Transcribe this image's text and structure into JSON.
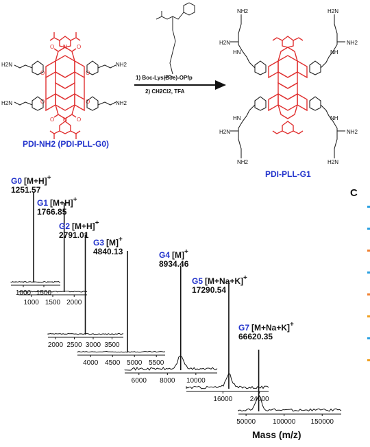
{
  "scheme": {
    "reagent_label": "1) Boc-Lys(Boc)-OPfp",
    "solvent_label": "2) CH2Cl2, TFA",
    "reactant_name": "PDI-NH2 (PDI-PLL-G0)",
    "product_name": "PDI-PLL-G1",
    "reactant_terminal": "NH2",
    "reactant_terminal_left": "H2N",
    "product_terminal": "NH2",
    "product_terminal_left": "H2N",
    "amide_nh": "NH",
    "amide_hn": "HN",
    "name_color": "#2233cc",
    "core_color": "#e03030"
  },
  "panel_c_label": "C",
  "panel_c_marker_colors": [
    "#2aa0e0",
    "#2aa0e0",
    "#f08030",
    "#2aa0e0",
    "#f08030",
    "#f0a020",
    "#2aa0e0",
    "#f0a020"
  ],
  "chart_data": {
    "type": "line",
    "xlabel": "Mass (m/z)",
    "series": [
      {
        "gen": "G0",
        "ion": "[M+H]",
        "charge": "+",
        "mass": "1251.57",
        "peak": 1251.57,
        "xlim": [
          700,
          1900
        ],
        "ticks": [
          "1000",
          "1500"
        ],
        "tick_values": [
          1000,
          1500
        ]
      },
      {
        "gen": "G1",
        "ion": "[M+H]",
        "charge": "+",
        "mass": "1766.85",
        "peak": 1766.85,
        "xlim": [
          700,
          2300
        ],
        "ticks": [
          "1000",
          "1500",
          "2000"
        ],
        "tick_values": [
          1000,
          1500,
          2000
        ]
      },
      {
        "gen": "G2",
        "ion": "[M+H]",
        "charge": "+",
        "mass": "2791.01",
        "peak": 2791.01,
        "xlim": [
          1800,
          3800
        ],
        "ticks": [
          "2000",
          "2500",
          "3000",
          "3500"
        ],
        "tick_values": [
          2000,
          2500,
          3000,
          3500
        ]
      },
      {
        "gen": "G3",
        "ion": "[M]",
        "charge": "+",
        "mass": "4840.13",
        "peak": 4840.13,
        "xlim": [
          3700,
          5700
        ],
        "ticks": [
          "4000",
          "4500",
          "5000",
          "5500"
        ],
        "tick_values": [
          4000,
          4500,
          5000,
          5500
        ]
      },
      {
        "gen": "G4",
        "ion": "[M]",
        "charge": "+",
        "mass": "8934.46",
        "peak": 8934.46,
        "xlim": [
          5000,
          11500
        ],
        "ticks": [
          "6000",
          "8000",
          "10000"
        ],
        "tick_values": [
          6000,
          8000,
          10000
        ]
      },
      {
        "gen": "G5",
        "ion": "[M+Na+K]",
        "charge": "+",
        "mass": "17290.54",
        "peak": 17290.54,
        "xlim": [
          8000,
          26000
        ],
        "ticks": [
          "16000",
          "24000"
        ],
        "tick_values": [
          16000,
          24000
        ]
      },
      {
        "gen": "G7",
        "ion": "[M+Na+K]",
        "charge": "+",
        "mass": "66620.35",
        "peak": 66620.35,
        "xlim": [
          40000,
          175000
        ],
        "ticks": [
          "50000",
          "100000",
          "150000"
        ],
        "tick_values": [
          50000,
          100000,
          150000
        ]
      }
    ]
  }
}
